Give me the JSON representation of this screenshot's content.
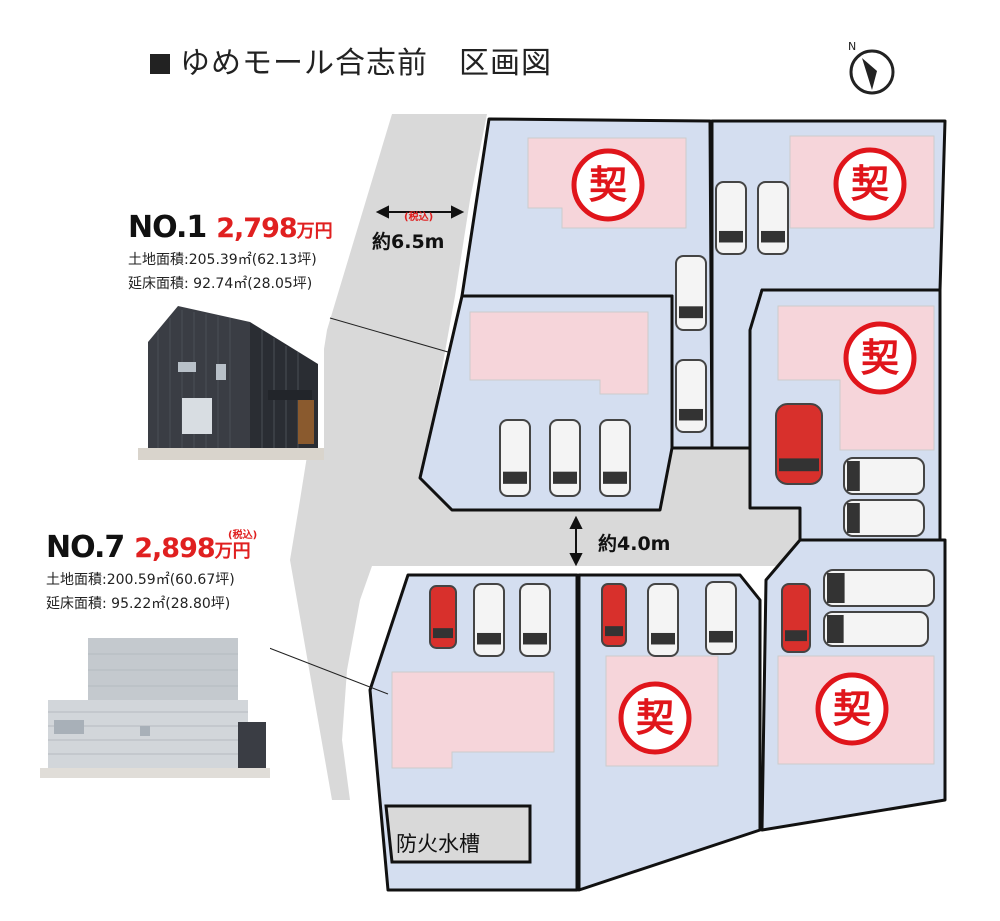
{
  "title": "ゆめモール合志前　区画図",
  "compass": {
    "label": "N"
  },
  "lots": [
    {
      "no": "NO.1",
      "price": "2,798",
      "unit": "万円",
      "tax": "(税込)",
      "land_label": "土地面積:",
      "land_value": "205.39㎡(62.13坪)",
      "floor_label": "延床面積:",
      "floor_value": " 92.74㎡(28.05坪)"
    },
    {
      "no": "NO.7",
      "price": "2,898",
      "unit": "万円",
      "tax": "(税込)",
      "land_label": "土地面積:",
      "land_value": "200.59㎡(60.67坪)",
      "floor_label": "延床面積:",
      "floor_value": " 95.22㎡(28.80坪)"
    }
  ],
  "map": {
    "road_width_west": "約6.5m",
    "road_width_center": "約4.0m",
    "contract_mark": "契",
    "fire_tank": "防火水槽"
  },
  "colors": {
    "lot_fill": "#d4def0",
    "building_fill": "#f6d5da",
    "road": "#d9d9d9",
    "contract_red": "#e0151b",
    "price_red": "#e02020"
  }
}
